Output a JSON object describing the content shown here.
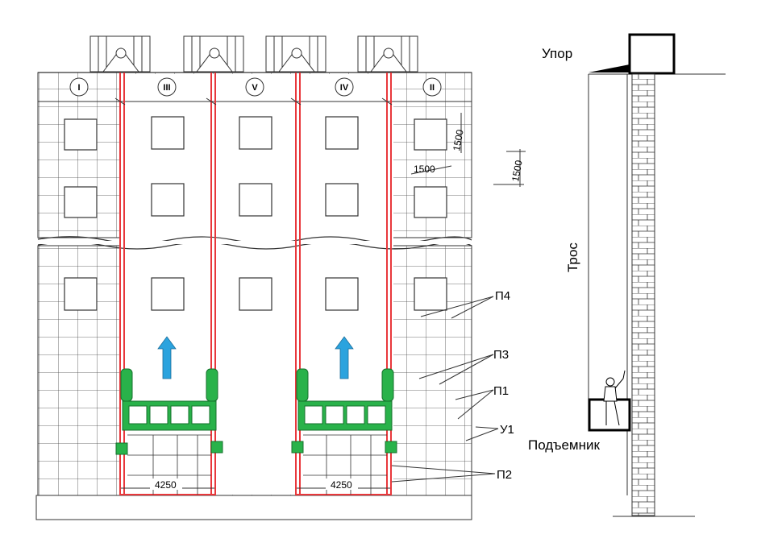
{
  "facade": {
    "sections": [
      "I",
      "III",
      "V",
      "IV",
      "II"
    ],
    "dimensions": {
      "panel_horizontal": "1500",
      "panel_vertical_1": "1500",
      "panel_vertical_2": "1500",
      "span_left": "4250",
      "span_right": "4250"
    },
    "callouts": {
      "p4": "П4",
      "p3": "П3",
      "p1": "П1",
      "u1": "У1",
      "p2": "П2"
    }
  },
  "side_view": {
    "stop_label": "Упор",
    "cable_label": "Трос",
    "lift_label": "Подъемник"
  },
  "colors": {
    "rails": "#e8383c",
    "cradle": "#29b24a",
    "arrow": "#2ba3de",
    "lines": "#000000"
  }
}
